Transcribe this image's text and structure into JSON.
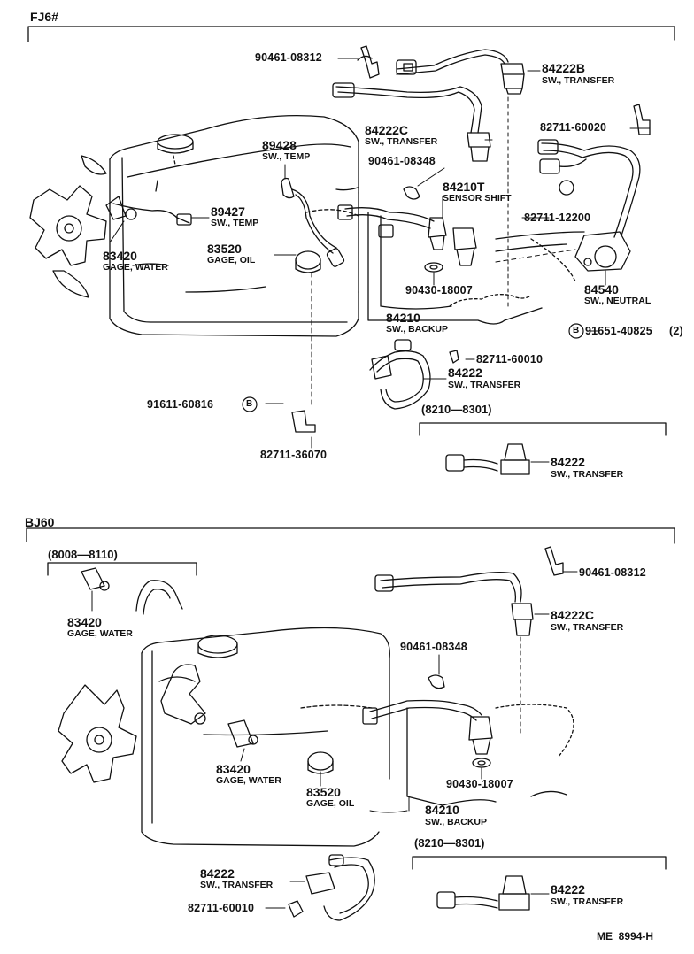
{
  "sections": {
    "top": {
      "title": "FJ6#",
      "variant_range": "(8210—8301)"
    },
    "bottom": {
      "title": "BJ60",
      "range_water_gage": "(8008—8110)",
      "variant_range": "(8210—8301)"
    }
  },
  "top_parts": {
    "p1": {
      "number": "90461-08312"
    },
    "p2": {
      "number": "84222B",
      "name": "SW., TRANSFER"
    },
    "p3": {
      "number": "84222C",
      "name": "SW., TRANSFER"
    },
    "p4": {
      "number": "82711-60020"
    },
    "p5": {
      "number": "89428",
      "name": "SW., TEMP"
    },
    "p6": {
      "number": "90461-08348"
    },
    "p7": {
      "number": "84210T",
      "name": "SENSOR SHIFT"
    },
    "p8": {
      "number": "89427",
      "name": "SW., TEMP"
    },
    "p9": {
      "number": "82711-12200"
    },
    "p10": {
      "number": "83420",
      "name": "GAGE, WATER"
    },
    "p11": {
      "number": "83520",
      "name": "GAGE, OIL"
    },
    "p12": {
      "number": "84540",
      "name": "SW., NEUTRAL"
    },
    "p13": {
      "number": "90430-18007"
    },
    "p14": {
      "number": "84210",
      "name": "SW., BACKUP"
    },
    "p15": {
      "marker": "B",
      "number": "91651-40825",
      "qty": "(2)"
    },
    "p16": {
      "number": "82711-60010"
    },
    "p17": {
      "number": "84222",
      "name": "SW., TRANSFER"
    },
    "p18": {
      "number": "91611-60816",
      "marker": "B"
    },
    "p19": {
      "number": "82711-36070"
    },
    "p20": {
      "number": "84222",
      "name": "SW., TRANSFER"
    }
  },
  "bottom_parts": {
    "q1": {
      "number": "83420",
      "name": "GAGE, WATER"
    },
    "q2": {
      "number": "90461-08312"
    },
    "q3": {
      "number": "84222C",
      "name": "SW., TRANSFER"
    },
    "q4": {
      "number": "90461-08348"
    },
    "q5": {
      "number": "83420",
      "name": "GAGE, WATER"
    },
    "q6": {
      "number": "83520",
      "name": "GAGE, OIL"
    },
    "q7": {
      "number": "90430-18007"
    },
    "q8": {
      "number": "84210",
      "name": "SW., BACKUP"
    },
    "q9": {
      "number": "84222",
      "name": "SW., TRANSFER"
    },
    "q10": {
      "number": "82711-60010"
    },
    "q11": {
      "number": "84222",
      "name": "SW., TRANSFER"
    }
  },
  "catalog_code": "ME  8994-H",
  "colors": {
    "ink": "#111111",
    "paper": "#ffffff"
  }
}
